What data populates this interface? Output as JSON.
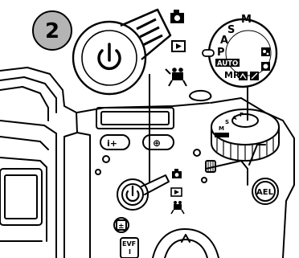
{
  "step_badge": {
    "number": "2"
  },
  "mode_dial": {
    "labels": [
      "M",
      "S",
      "A",
      "P",
      "AUTO",
      "MR"
    ]
  },
  "camera_buttons": {
    "info_label": "i+",
    "magnify_label": "⊕",
    "ael_label": "AEL",
    "evf_label": "EVF",
    "evf_sub_label": "I"
  },
  "icons": [
    "power-icon",
    "camera-icon",
    "playback-icon",
    "movie-icon"
  ]
}
